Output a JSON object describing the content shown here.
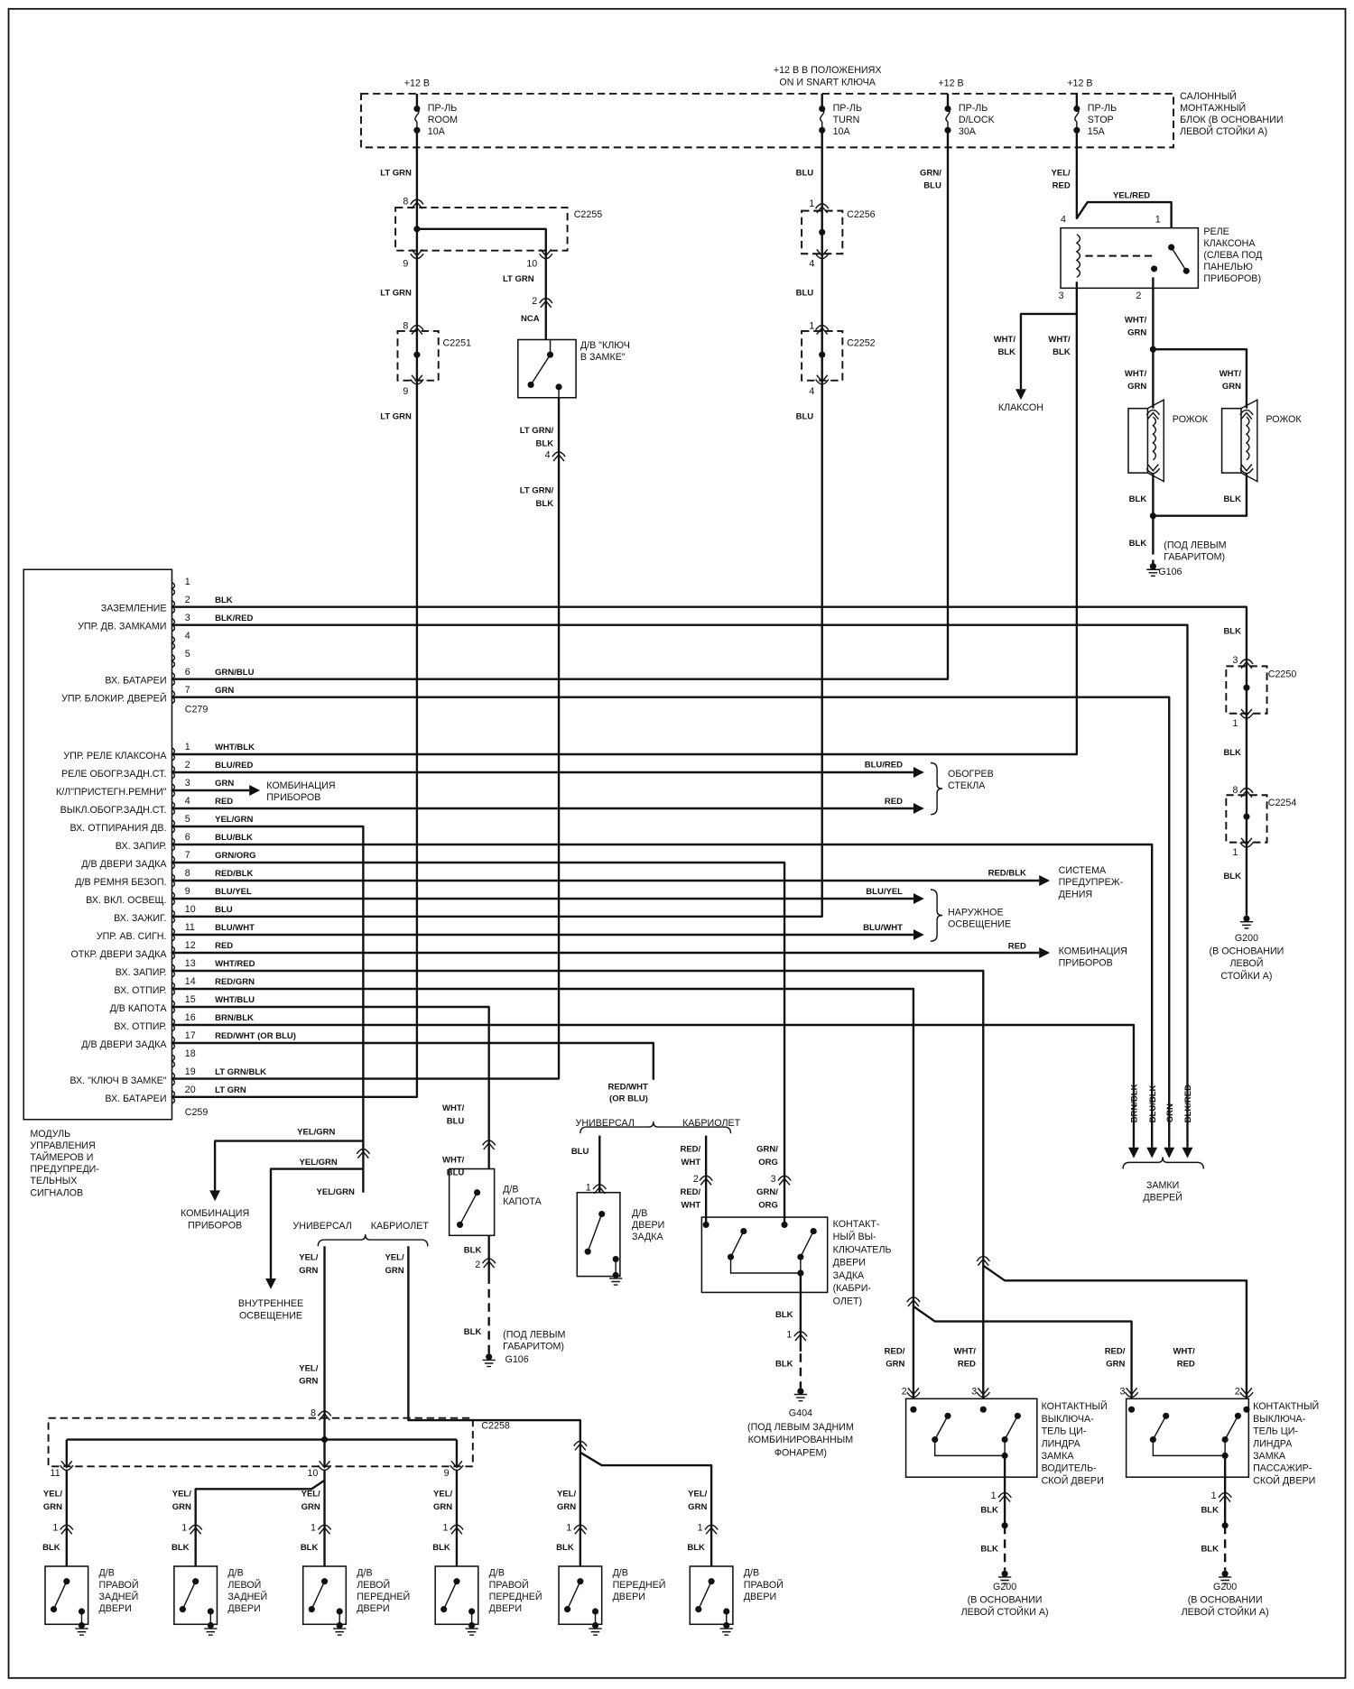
{
  "fuse_block": {
    "supply": "+12 В",
    "supply_ignition": [
      "+12 В В ПОЛОЖЕНИЯХ",
      "ON И SNART КЛЮЧА"
    ],
    "title": [
      "САЛОННЫЙ",
      "МОНТАЖНЫЙ",
      "БЛОК (В ОСНОВАНИИ",
      "ЛЕВОЙ СТОЙКИ  А)"
    ],
    "fuses": [
      [
        "ПР-ЛЬ",
        "ROOM",
        "10A"
      ],
      [
        "ПР-ЛЬ",
        "TURN",
        "10A"
      ],
      [
        "ПР-ЛЬ",
        "D/LOCK",
        "30A"
      ],
      [
        "ПР-ЛЬ",
        "STOP",
        "15A"
      ]
    ]
  },
  "connectors": {
    "c2255": "C2255",
    "c2256": "C2256",
    "c2251": "C2251",
    "c2252": "C2252",
    "c2250": "C2250",
    "c2254": "C2254",
    "c2258": "C2258",
    "c279": "C279",
    "c259": "C259"
  },
  "pin_numbers": {
    "1": "1",
    "2": "2",
    "3": "3",
    "4": "4",
    "8": "8",
    "9": "9",
    "10": "10",
    "11": "11"
  },
  "wires": {
    "ltgrn": "LT GRN",
    "blu": "BLU",
    "blk": "BLK",
    "nca": "NCA",
    "grn_blu": [
      "GRN/",
      "BLU"
    ],
    "yel_red": [
      "YEL/",
      "RED"
    ],
    "yel_red_1": "YEL/RED",
    "wht_blk": [
      "WHT/",
      "BLK"
    ],
    "wht_grn": [
      "WHT/",
      "GRN"
    ],
    "ltgrn_blk": [
      "LT GRN/",
      "BLK"
    ],
    "blu_red": "BLU/RED",
    "red": "RED",
    "red_blk": "RED/BLK",
    "blu_yel": "BLU/YEL",
    "blu_wht": "BLU/WHT",
    "brn_blk": "BRN/BLK",
    "blu_blk": "BLU/BLK",
    "grn": "GRN",
    "blk_red": "BLK/RED",
    "yel_grn": "YEL/GRN",
    "yel_grn2": [
      "YEL/",
      "GRN"
    ],
    "wht_blu": [
      "WHT/",
      "BLU"
    ],
    "red_wht_or": [
      "RED/WHT",
      "(OR BLU)"
    ],
    "red_wht": [
      "RED/",
      "WHT"
    ],
    "grn_org": [
      "GRN/",
      "ORG"
    ],
    "red_grn": [
      "RED/",
      "GRN"
    ],
    "wht_red": [
      "WHT/",
      "RED"
    ]
  },
  "components": {
    "key_switch": [
      "Д/В \"КЛЮЧ",
      "В ЗАМКЕ\""
    ],
    "relay": [
      "РЕЛЕ",
      "КЛАКСОНА",
      "(СЛЕВА ПОД",
      "ПАНЕЛЬЮ",
      "ПРИБОРОВ)"
    ],
    "horn_klaxon": "КЛАКСОН",
    "horn": "РОЖОК",
    "g106_note": [
      "(ПОД ЛЕВЫМ",
      "ГАБАРИТОМ)"
    ],
    "g106": "G106",
    "g200": "G200",
    "g200_note": [
      "(В ОСНОВАНИИ",
      "ЛЕВОЙ",
      "СТОЙКИ  А)"
    ],
    "g200_note2": [
      "(В ОСНОВАНИИ",
      "ЛЕВОЙ СТОЙКИ  А)"
    ],
    "rear_defrost": [
      "ОБОГРЕВ",
      "СТЕКЛА"
    ],
    "warning_system": [
      "СИСТЕМА",
      "ПРЕДУПРЕЖ-",
      "ДЕНИЯ"
    ],
    "exterior_lights": [
      "НАРУЖНОЕ",
      "ОСВЕЩЕНИЕ"
    ],
    "instrument_cluster": [
      "КОМБИНАЦИЯ",
      "ПРИБОРОВ"
    ],
    "door_locks": [
      "ЗАМКИ",
      "ДВЕРЕЙ"
    ],
    "interior_lights": [
      "ВНУТРЕННЕЕ",
      "ОСВЕЩЕНИЕ"
    ],
    "wagon": "УНИВЕРСАЛ",
    "cabrio": "КАБРИОЛЕТ",
    "hood_switch": [
      "Д/В",
      "КАПОТА"
    ],
    "tailgate_switch": [
      "Д/В",
      "ДВЕРИ",
      "ЗАДКА"
    ],
    "tailgate_contact": [
      "КОНТАКТ-",
      "НЫЙ ВЫ-",
      "КЛЮЧАТЕЛЬ",
      "ДВЕРИ",
      "ЗАДКА",
      "(КАБРИ-",
      "ОЛЕТ)"
    ],
    "g404": "G404",
    "g404_note": [
      "(ПОД ЛЕВЫМ ЗАДНИМ",
      "КОМБИНИРОВАННЫМ",
      "ФОНАРЕМ)"
    ],
    "driver_cyl": [
      "КОНТАКТНЫЙ",
      "ВЫКЛЮЧА-",
      "ТЕЛЬ ЦИ-",
      "ЛИНДРА",
      "ЗАМКА",
      "ВОДИТЕЛЬ-",
      "СКОЙ ДВЕРИ"
    ],
    "pass_cyl": [
      "КОНТАКТНЫЙ",
      "ВЫКЛЮЧА-",
      "ТЕЛЬ ЦИ-",
      "ЛИНДРА",
      "ЗАМКА",
      "ПАССАЖИР-",
      "СКОЙ ДВЕРИ"
    ],
    "doors": [
      [
        "Д/В",
        "ПРАВОЙ",
        "ЗАДНЕЙ",
        "ДВЕРИ"
      ],
      [
        "Д/В",
        "ЛЕВОЙ",
        "ЗАДНЕЙ",
        "ДВЕРИ"
      ],
      [
        "Д/В",
        "ЛЕВОЙ",
        "ПЕРЕДНЕЙ",
        "ДВЕРИ"
      ],
      [
        "Д/В",
        "ПРАВОЙ",
        "ПЕРЕДНЕЙ",
        "ДВЕРИ"
      ],
      [
        "Д/В",
        "ПЕРЕДНЕЙ",
        "ДВЕРИ"
      ],
      [
        "Д/В",
        "ПРАВОЙ",
        "ДВЕРИ"
      ]
    ]
  },
  "module": {
    "title": [
      "МОДУЛЬ",
      "УПРАВЛЕНИЯ",
      "ТАЙМЕРОВ И",
      "ПРЕДУПРЕДИ-",
      "ТЕЛЬНЫХ",
      "СИГНАЛОВ"
    ],
    "pins1": [
      {
        "pin": "1",
        "func": "",
        "wire": ""
      },
      {
        "pin": "2",
        "func": "ЗАЗЕМЛЕНИЕ",
        "wire": "BLK"
      },
      {
        "pin": "3",
        "func": "УПР. ДВ. ЗАМКАМИ",
        "wire": "BLK/RED"
      },
      {
        "pin": "4",
        "func": "",
        "wire": ""
      },
      {
        "pin": "5",
        "func": "",
        "wire": ""
      },
      {
        "pin": "6",
        "func": "ВХ. БАТАРЕИ",
        "wire": "GRN/BLU"
      },
      {
        "pin": "7",
        "func": "УПР. БЛОКИР. ДВЕРЕЙ",
        "wire": "GRN"
      }
    ],
    "pins2": [
      {
        "pin": "1",
        "func": "УПР. РЕЛЕ КЛАКСОНА",
        "wire": "WHT/BLK"
      },
      {
        "pin": "2",
        "func": "РЕЛЕ ОБОГР.ЗАДН.СТ.",
        "wire": "BLU/RED"
      },
      {
        "pin": "3",
        "func": "К/Л\"ПРИСТЕГН.РЕМНИ\"",
        "wire": "GRN"
      },
      {
        "pin": "4",
        "func": "ВЫКЛ.ОБОГР.ЗАДН.СТ.",
        "wire": "RED"
      },
      {
        "pin": "5",
        "func": "ВХ. ОТПИРАНИЯ ДВ.",
        "wire": "YEL/GRN"
      },
      {
        "pin": "6",
        "func": "ВХ. ЗАПИР.",
        "wire": "BLU/BLK"
      },
      {
        "pin": "7",
        "func": "Д/В ДВЕРИ ЗАДКА",
        "wire": "GRN/ORG"
      },
      {
        "pin": "8",
        "func": "Д/В РЕМНЯ БЕЗОП.",
        "wire": "RED/BLK"
      },
      {
        "pin": "9",
        "func": "ВХ. ВКЛ. ОСВЕЩ.",
        "wire": "BLU/YEL"
      },
      {
        "pin": "10",
        "func": "ВХ. ЗАЖИГ.",
        "wire": "BLU"
      },
      {
        "pin": "11",
        "func": "УПР. АВ. СИГН.",
        "wire": "BLU/WHT"
      },
      {
        "pin": "12",
        "func": "ОТКР. ДВЕРИ ЗАДКА",
        "wire": "RED"
      },
      {
        "pin": "13",
        "func": "ВХ. ЗАПИР.",
        "wire": "WHT/RED"
      },
      {
        "pin": "14",
        "func": "ВХ. ОТПИР.",
        "wire": "RED/GRN"
      },
      {
        "pin": "15",
        "func": "Д/В КАПОТА",
        "wire": "WHT/BLU"
      },
      {
        "pin": "16",
        "func": "ВХ. ОТПИР.",
        "wire": "BRN/BLK"
      },
      {
        "pin": "17",
        "func": "Д/В ДВЕРИ ЗАДКА",
        "wire": "RED/WHT (OR BLU)"
      },
      {
        "pin": "18",
        "func": "",
        "wire": ""
      },
      {
        "pin": "19",
        "func": "ВХ. \"КЛЮЧ В ЗАМКЕ\"",
        "wire": "LT GRN/BLK"
      },
      {
        "pin": "20",
        "func": "ВХ. БАТАРЕИ",
        "wire": "LT GRN"
      }
    ]
  },
  "colors": {
    "ink": "#111111",
    "background": "#ffffff"
  }
}
